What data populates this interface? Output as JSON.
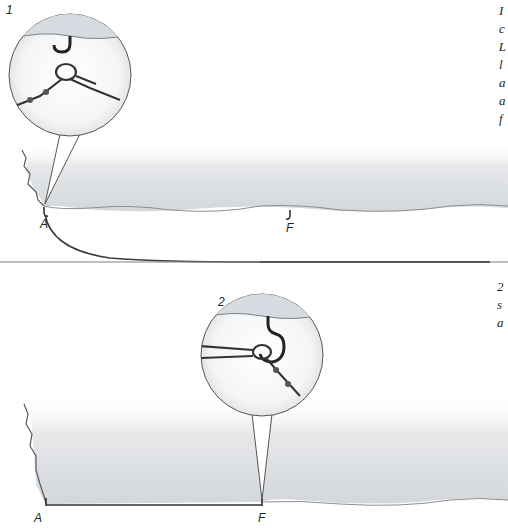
{
  "diagram": {
    "labels": [
      "1",
      "I",
      "c",
      "L",
      "l",
      "a",
      "a",
      "f",
      "A",
      "F",
      "2",
      "2",
      "s",
      "a",
      "A",
      "F"
    ]
  }
}
